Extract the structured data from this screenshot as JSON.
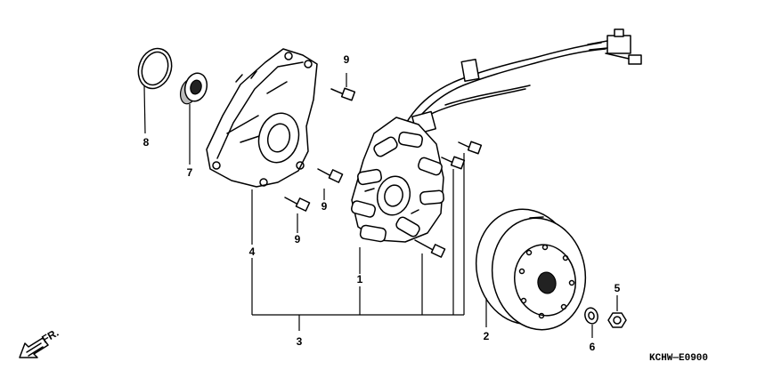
{
  "callouts": {
    "c1": "1",
    "c2": "2",
    "c3": "3",
    "c4": "4",
    "c5": "5",
    "c6": "6",
    "c7": "7",
    "c8": "8",
    "c9a": "9",
    "c9b": "9",
    "c9c": "9"
  },
  "direction_label": "FR.",
  "diagram_code": "KCHW—E0900"
}
